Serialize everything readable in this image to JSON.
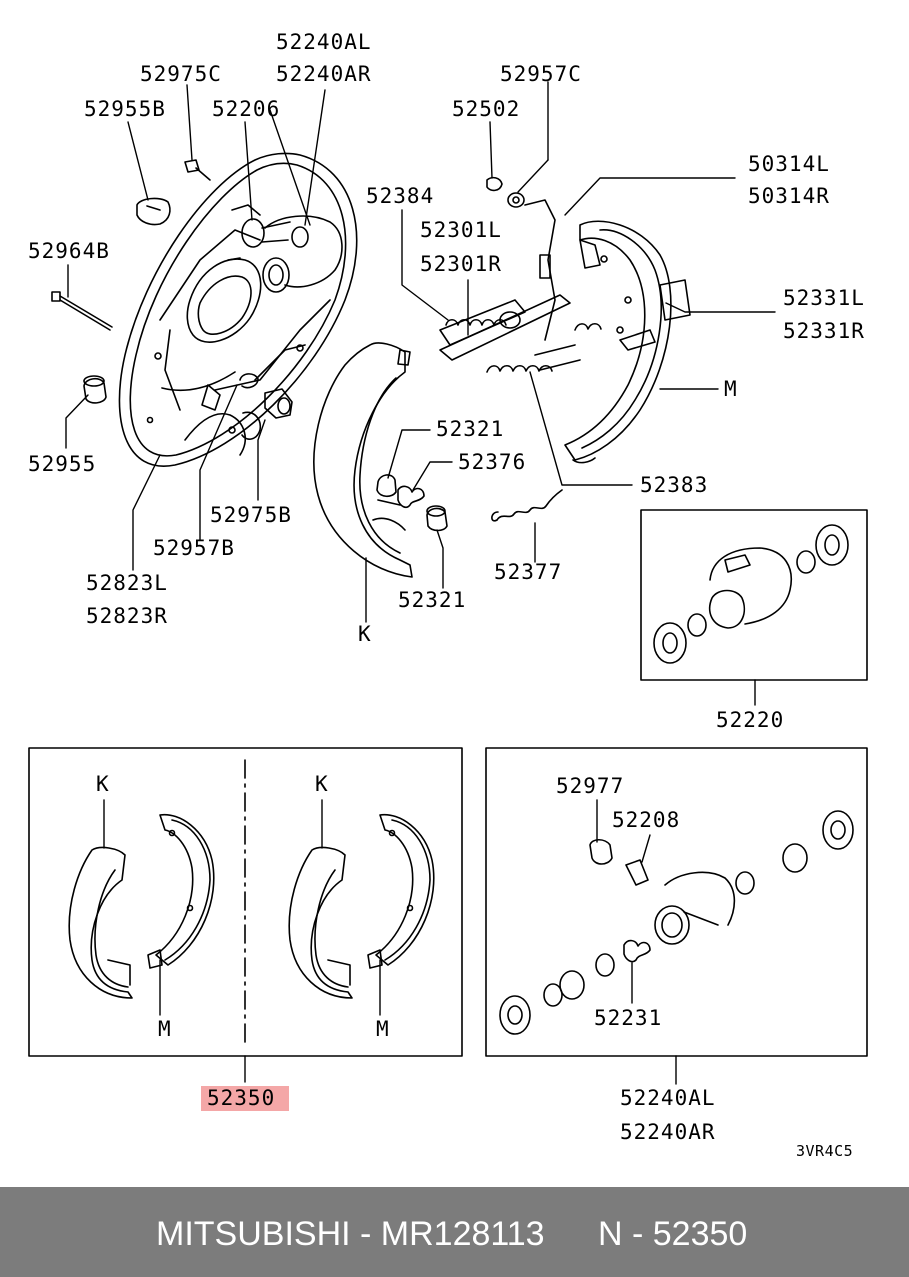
{
  "labels": {
    "l52240AL_top": "52240AL",
    "l52240AR_top": "52240AR",
    "l52975C": "52975C",
    "l52955B": "52955B",
    "l52206": "52206",
    "l52957C": "52957C",
    "l52502": "52502",
    "l50314L": "50314L",
    "l50314R": "50314R",
    "l52384": "52384",
    "l52301L": "52301L",
    "l52301R": "52301R",
    "l52964B": "52964B",
    "l52331L": "52331L",
    "l52331R": "52331R",
    "lM_main": "M",
    "l52321_a": "52321",
    "l52376": "52376",
    "l52383": "52383",
    "l52955": "52955",
    "l52975B": "52975B",
    "l52957B": "52957B",
    "l52823L": "52823L",
    "l52823R": "52823R",
    "l52377": "52377",
    "l52321_b": "52321",
    "lK_main": "K",
    "l52220": "52220",
    "lK_box1": "K",
    "lM_box1": "M",
    "lK_box2": "K",
    "lM_box2": "M",
    "l52350": "52350",
    "l52977": "52977",
    "l52208": "52208",
    "l52231": "52231",
    "l52240AL_bottom": "52240AL",
    "l52240AR_bottom": "52240AR",
    "code": "3VR4C5"
  },
  "footer": {
    "brand": "MITSUBISHI - MR128113",
    "ref": "N - 52350"
  },
  "colors": {
    "highlight": "#f4a7a7",
    "footer_bg": "#7c7c7c",
    "footer_text": "#ffffff",
    "line": "#000000"
  }
}
